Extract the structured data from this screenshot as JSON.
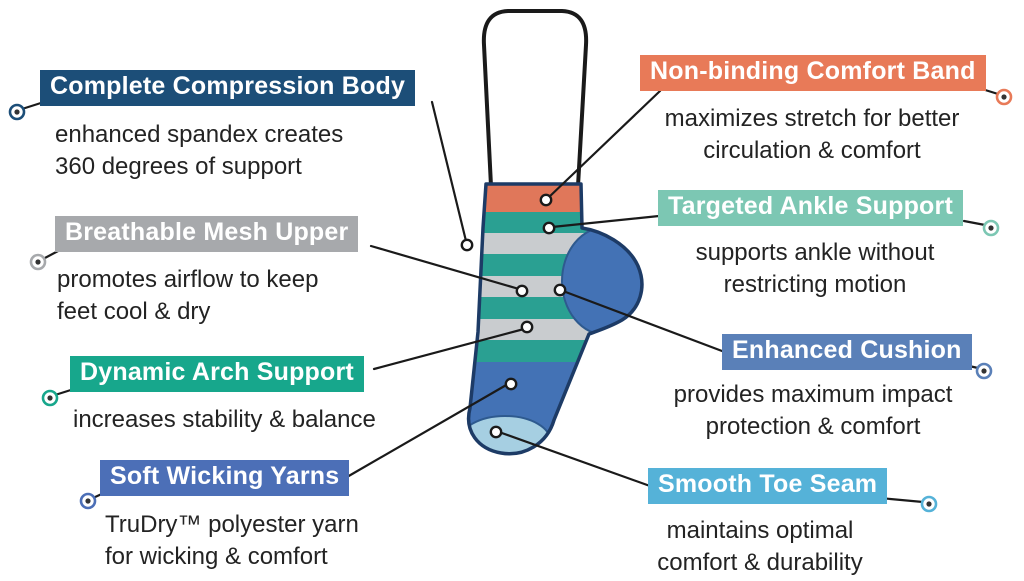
{
  "callouts": {
    "left": [
      {
        "label": "Complete Compression Body",
        "color": "#1c4e78",
        "desc": [
          "enhanced spandex creates",
          "360 degrees of support"
        ]
      },
      {
        "label": "Breathable Mesh Upper",
        "color": "#a7a9ac",
        "desc": [
          "promotes airflow to keep",
          "feet cool & dry"
        ]
      },
      {
        "label": "Dynamic Arch Support",
        "color": "#17a78c",
        "desc": [
          "increases stability & balance"
        ]
      },
      {
        "label": "Soft Wicking Yarns",
        "color": "#4c6fb7",
        "desc": [
          "TruDry™ polyester yarn",
          "for wicking & comfort"
        ]
      }
    ],
    "right": [
      {
        "label": "Non-binding Comfort Band",
        "color": "#e87a58",
        "desc": [
          "maximizes stretch for better",
          "circulation & comfort"
        ]
      },
      {
        "label": "Targeted Ankle Support",
        "color": "#7cc7b3",
        "desc": [
          "supports ankle without",
          "restricting motion"
        ]
      },
      {
        "label": "Enhanced Cushion",
        "color": "#5a80b8",
        "desc": [
          "provides maximum impact",
          "protection & comfort"
        ]
      },
      {
        "label": "Smooth Toe Seam",
        "color": "#55b2d8",
        "desc": [
          "maintains optimal",
          "comfort & durability"
        ]
      }
    ]
  },
  "sock": {
    "colors": {
      "cuff": "#e0775a",
      "stripe_teal": "#2aa092",
      "stripe_gray": "#c9cccf",
      "heel_blue": "#4372b5",
      "toe_blue": "#a6cfe2",
      "outline": "#1d3b66",
      "line": "#1a1a1a"
    }
  }
}
